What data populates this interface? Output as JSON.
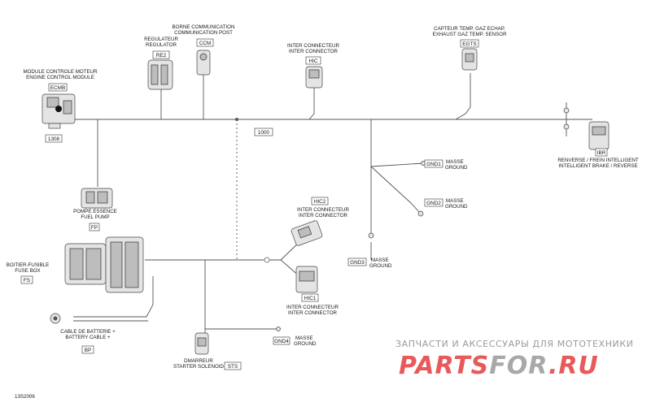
{
  "diagram": {
    "figure_code": "13S2006",
    "bundle_label": "1000",
    "ecm_plug_label": "1308",
    "components": {
      "ecm": {
        "line1": "MODULE CONTROLE MOTEUR",
        "line2": "ENGINE CONTROL MODULE",
        "tag": "ECMB"
      },
      "re2": {
        "line1": "REGULATEUR",
        "line2": "REGULATOR",
        "tag": "RE2"
      },
      "ccm": {
        "line1": "BORNE COMMUNICATION",
        "line2": "COMMUNICATION POST",
        "tag": "CCM"
      },
      "hic": {
        "line1": "INTER CONNECTEUR",
        "line2": "INTER CONNECTOR",
        "tag": "HIC"
      },
      "egts": {
        "line1": "CAPTEUR TEMP. GAZ ECHAP.",
        "line2": "EXHAUST GAZ TEMP. SENSOR",
        "tag": "EGTS"
      },
      "ibr": {
        "line1": "RENVERSE / FREIN INTELLIGENT",
        "line2": "INTELLIGENT BRAKE / REVERSE",
        "tag": "IBR"
      },
      "gnd1": {
        "line1": "MASSE",
        "line2": "GROUND",
        "tag": "GND1"
      },
      "gnd2": {
        "line1": "MASSE",
        "line2": "GROUND",
        "tag": "GND2"
      },
      "gnd3": {
        "line1": "MASSE",
        "line2": "GROUND",
        "tag": "GND3"
      },
      "gnd4": {
        "line1": "MASSE",
        "line2": "GROUND",
        "tag": "GND4"
      },
      "fp": {
        "line1": "POMPE ESSENCE",
        "line2": "FUEL PUMP",
        "tag": "FP"
      },
      "hic2": {
        "tag": "HIC2",
        "line1": "INTER CONNECTEUR",
        "line2": "INTER CONNECTOR"
      },
      "hic1": {
        "tag": "HIC1",
        "line1": "INTER CONNECTEUR",
        "line2": "INTER CONNECTOR"
      },
      "fs": {
        "line1": "BOITIER-FUSIBLE",
        "line2": "FUSE BOX",
        "tag": "FS"
      },
      "bp": {
        "line1": "CABLE DE BATTERIE +",
        "line2": "BATTERY CABLE +",
        "tag": "BP"
      },
      "sts": {
        "line1": "DMARREUR",
        "line2": "STARTER SOLENOID",
        "tag": "STS"
      }
    }
  },
  "watermark": {
    "line1": "ЗАПЧАСТИ И АКСЕССУАРЫ ДЛЯ МОТОТЕХНИКИ",
    "brand_part1": "PARTS",
    "brand_part2": "FOR",
    "brand_part3": ".RU",
    "colors": {
      "red": "#e85a5a",
      "gray": "#a8a8a8"
    }
  }
}
